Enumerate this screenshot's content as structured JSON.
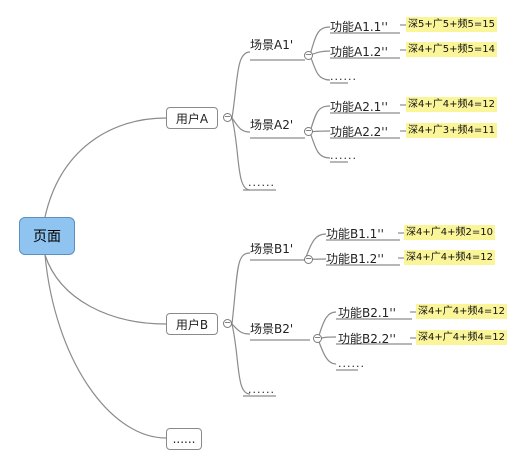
{
  "root": {
    "label": "页面"
  },
  "users": [
    {
      "label": "用户A",
      "scenes": [
        {
          "label": "场景A1'",
          "features": [
            {
              "label": "功能A1.1''",
              "score": "深5+广5+频5=15"
            },
            {
              "label": "功能A1.2''",
              "score": "深4+广5+频5=14"
            }
          ],
          "more": "......"
        },
        {
          "label": "场景A2'",
          "features": [
            {
              "label": "功能A2.1''",
              "score": "深4+广4+频4=12"
            },
            {
              "label": "功能A2.2''",
              "score": "深4+广3+频4=11"
            }
          ],
          "more": "......"
        }
      ],
      "more": "......"
    },
    {
      "label": "用户B",
      "scenes": [
        {
          "label": "场景B1'",
          "features": [
            {
              "label": "功能B1.1''",
              "score": "深4+广4+频2=10"
            },
            {
              "label": "功能B1.2''",
              "score": "深4+广4+频4=12"
            }
          ]
        },
        {
          "label": "场景B2'",
          "features": [
            {
              "label": "功能B2.1''",
              "score": "深4+广4+频4=12"
            },
            {
              "label": "功能B2.2''",
              "score": "深4+广4+频4=12"
            }
          ],
          "more": "......"
        }
      ],
      "more": "......"
    },
    {
      "label": "......"
    }
  ]
}
